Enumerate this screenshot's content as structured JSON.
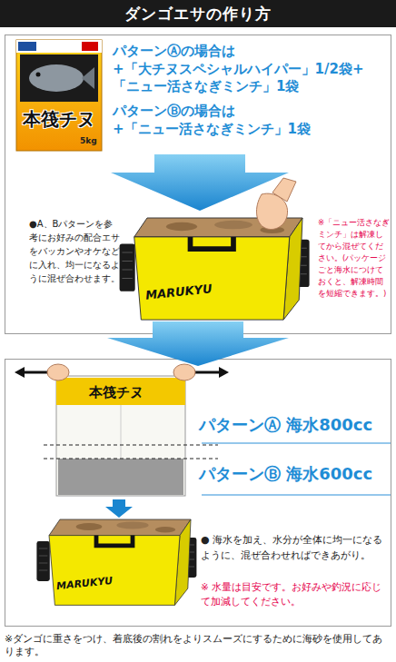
{
  "diagram": {
    "title": "ダンゴエサの作り方",
    "caption": "※ダンゴに重さをつけ、着底後の割れをよりスムーズにするために海砂を使用してあります。",
    "nodes": [
      {
        "text": [
          "パターンⒶの場合は",
          "+「大チヌスペシャルハイパー」1/2袋+ 「ニュー活さなぎミンチ」1袋",
          "パターンⒷの場合は",
          "+「ニュー活さなぎミンチ」1袋",
          "●A、Bパターンを参考にお好みの配合エサをバッカンやオケなどに入れ、均一になるように混ぜ合わせます。",
          "※「ニュー活さなぎミンチ」は解凍してから混ぜてください。(パッケージごと海水につけておくと、解凍時間を短縮できます。)"
        ]
      },
      {
        "text": [
          "パターンⒶ 海水800cc",
          "パターンⒷ 海水600cc",
          "● 海水を加え、水分が全体に均一になるように、混ぜ合わせればできあがり。",
          "※ 水量は目安です。お好みや釣況に応じて加減してください。"
        ]
      }
    ],
    "edges": [
      {
        "from": 0,
        "to": 1,
        "arrow": "to"
      }
    ],
    "labels": [
      "本筏チヌ",
      "5kg",
      "MARUKYU",
      "本筏チヌ",
      "MARUKYU"
    ]
  }
}
